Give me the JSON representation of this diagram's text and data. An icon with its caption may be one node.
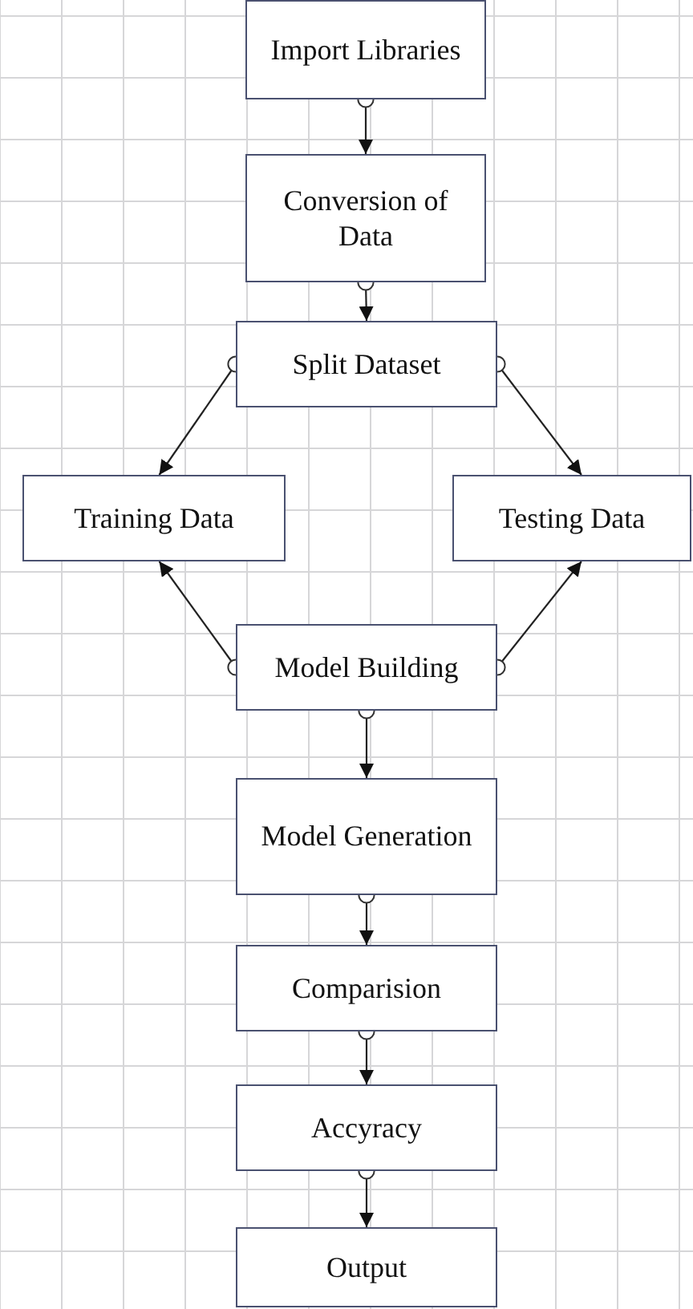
{
  "diagram": {
    "nodes": [
      {
        "text": [
          "Import Libraries"
        ]
      },
      {
        "text": [
          "Conversion of Data"
        ]
      },
      {
        "text": [
          "Split Dataset"
        ]
      },
      {
        "text": [
          "Training Data"
        ]
      },
      {
        "text": [
          "Testing Data"
        ]
      },
      {
        "text": [
          "Model Building"
        ]
      },
      {
        "text": [
          "Model Generation"
        ]
      },
      {
        "text": [
          "Comparision"
        ]
      },
      {
        "text": [
          "Accyracy"
        ]
      },
      {
        "text": [
          "Output"
        ]
      }
    ],
    "edges": [
      {
        "from": 0,
        "to": 1,
        "arrow": "to"
      },
      {
        "from": 1,
        "to": 2,
        "arrow": "to"
      },
      {
        "from": 2,
        "to": 3,
        "arrow": "to"
      },
      {
        "from": 2,
        "to": 4,
        "arrow": "to"
      },
      {
        "from": 5,
        "to": 3,
        "arrow": "to"
      },
      {
        "from": 5,
        "to": 4,
        "arrow": "to"
      },
      {
        "from": 5,
        "to": 6,
        "arrow": "to"
      },
      {
        "from": 6,
        "to": 7,
        "arrow": "to"
      },
      {
        "from": 7,
        "to": 8,
        "arrow": "to"
      },
      {
        "from": 8,
        "to": 9,
        "arrow": "to"
      }
    ]
  }
}
